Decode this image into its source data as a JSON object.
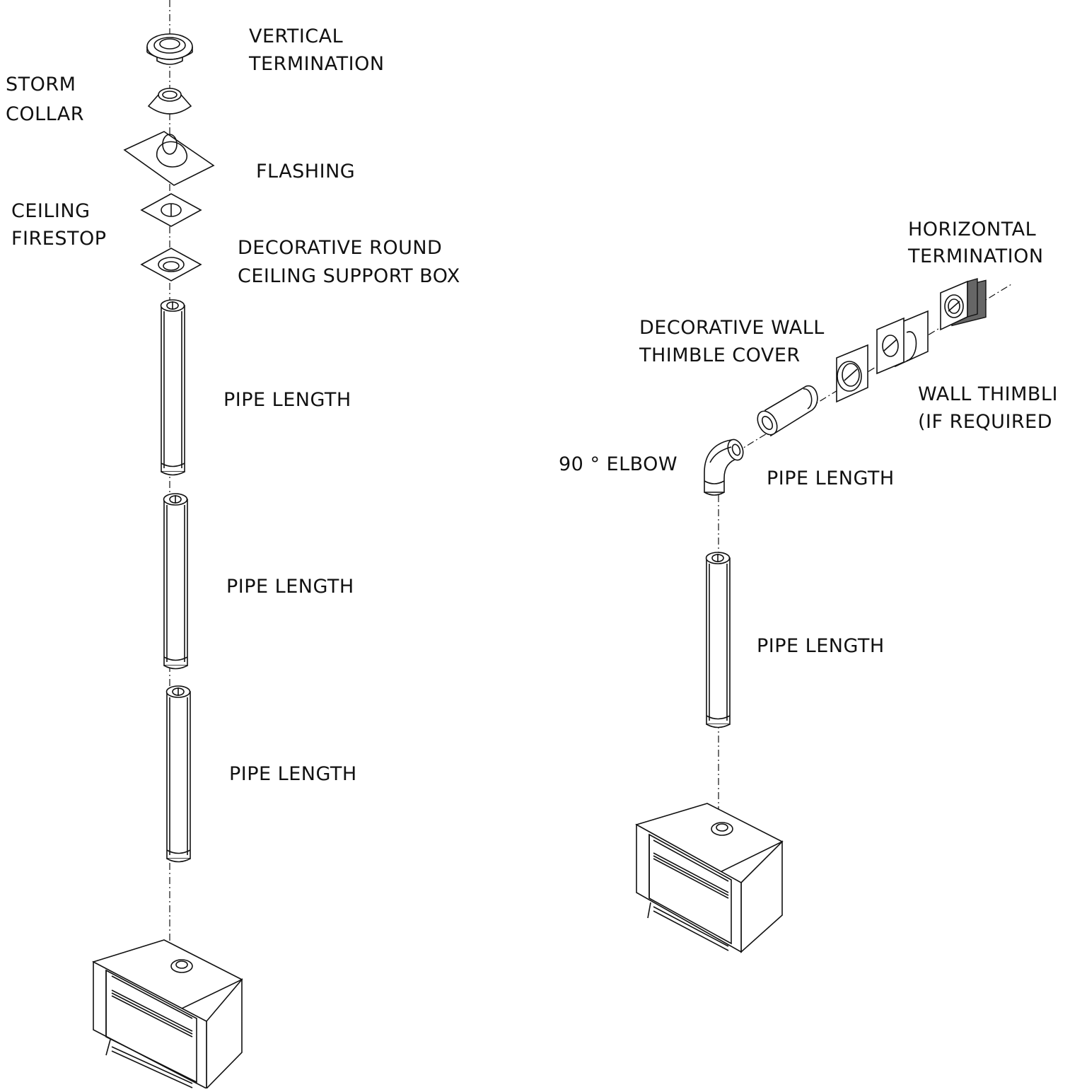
{
  "vertical_assembly": {
    "labels": {
      "vertical_termination": [
        "VERTICAL",
        "TERMINATION"
      ],
      "storm_collar": [
        "STORM",
        "COLLAR"
      ],
      "flashing": "FLASHING",
      "ceiling_firestop": [
        "CEILING",
        "FIRESTOP"
      ],
      "support_box": [
        "DECORATIVE ROUND",
        "CEILING SUPPORT BOX"
      ],
      "pipe_1": "PIPE LENGTH",
      "pipe_2": "PIPE LENGTH",
      "pipe_3": "PIPE LENGTH"
    }
  },
  "horizontal_assembly": {
    "labels": {
      "horizontal_termination": [
        "HORIZONTAL",
        "TERMINATION"
      ],
      "thimble_cover": [
        "DECORATIVE WALL",
        "THIMBLE COVER"
      ],
      "wall_thimble": [
        "WALL THIMBLI",
        "(IF REQUIRED"
      ],
      "elbow": "90 ° ELBOW",
      "pipe_horizontal": "PIPE LENGTH",
      "pipe_vertical": "PIPE LENGTH"
    }
  }
}
